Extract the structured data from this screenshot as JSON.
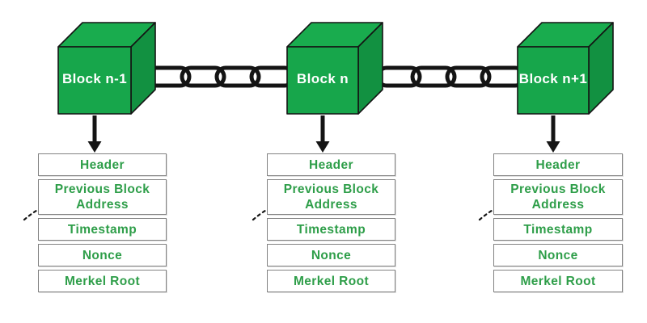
{
  "blocks": [
    {
      "label": "Block n-1"
    },
    {
      "label": "Block n"
    },
    {
      "label": "Block n+1"
    }
  ],
  "columns": [
    {
      "fields": [
        {
          "label": "Header"
        },
        {
          "label": "Previous Block Address"
        },
        {
          "label": "Timestamp"
        },
        {
          "label": "Nonce"
        },
        {
          "label": "Merkel Root"
        }
      ]
    },
    {
      "fields": [
        {
          "label": "Header"
        },
        {
          "label": "Previous Block Address"
        },
        {
          "label": "Timestamp"
        },
        {
          "label": "Nonce"
        },
        {
          "label": "Merkel Root"
        }
      ]
    },
    {
      "fields": [
        {
          "label": "Header"
        },
        {
          "label": "Previous Block Address"
        },
        {
          "label": "Timestamp"
        },
        {
          "label": "Nonce"
        },
        {
          "label": "Merkel Root"
        }
      ]
    }
  ],
  "icons": {
    "chain": "chain-link-icon",
    "down_arrow": "down-arrow-icon",
    "dashed_arrow": "dashed-pointer-arrow-icon"
  },
  "colors": {
    "background": "#ffffff",
    "cube_front": "#17a64b",
    "cube_top": "#19ac4e",
    "cube_side": "#129141",
    "cube_text": "#ffffff",
    "outline": "#141414",
    "field_text": "#2e9e49",
    "box_border": "#838383"
  }
}
